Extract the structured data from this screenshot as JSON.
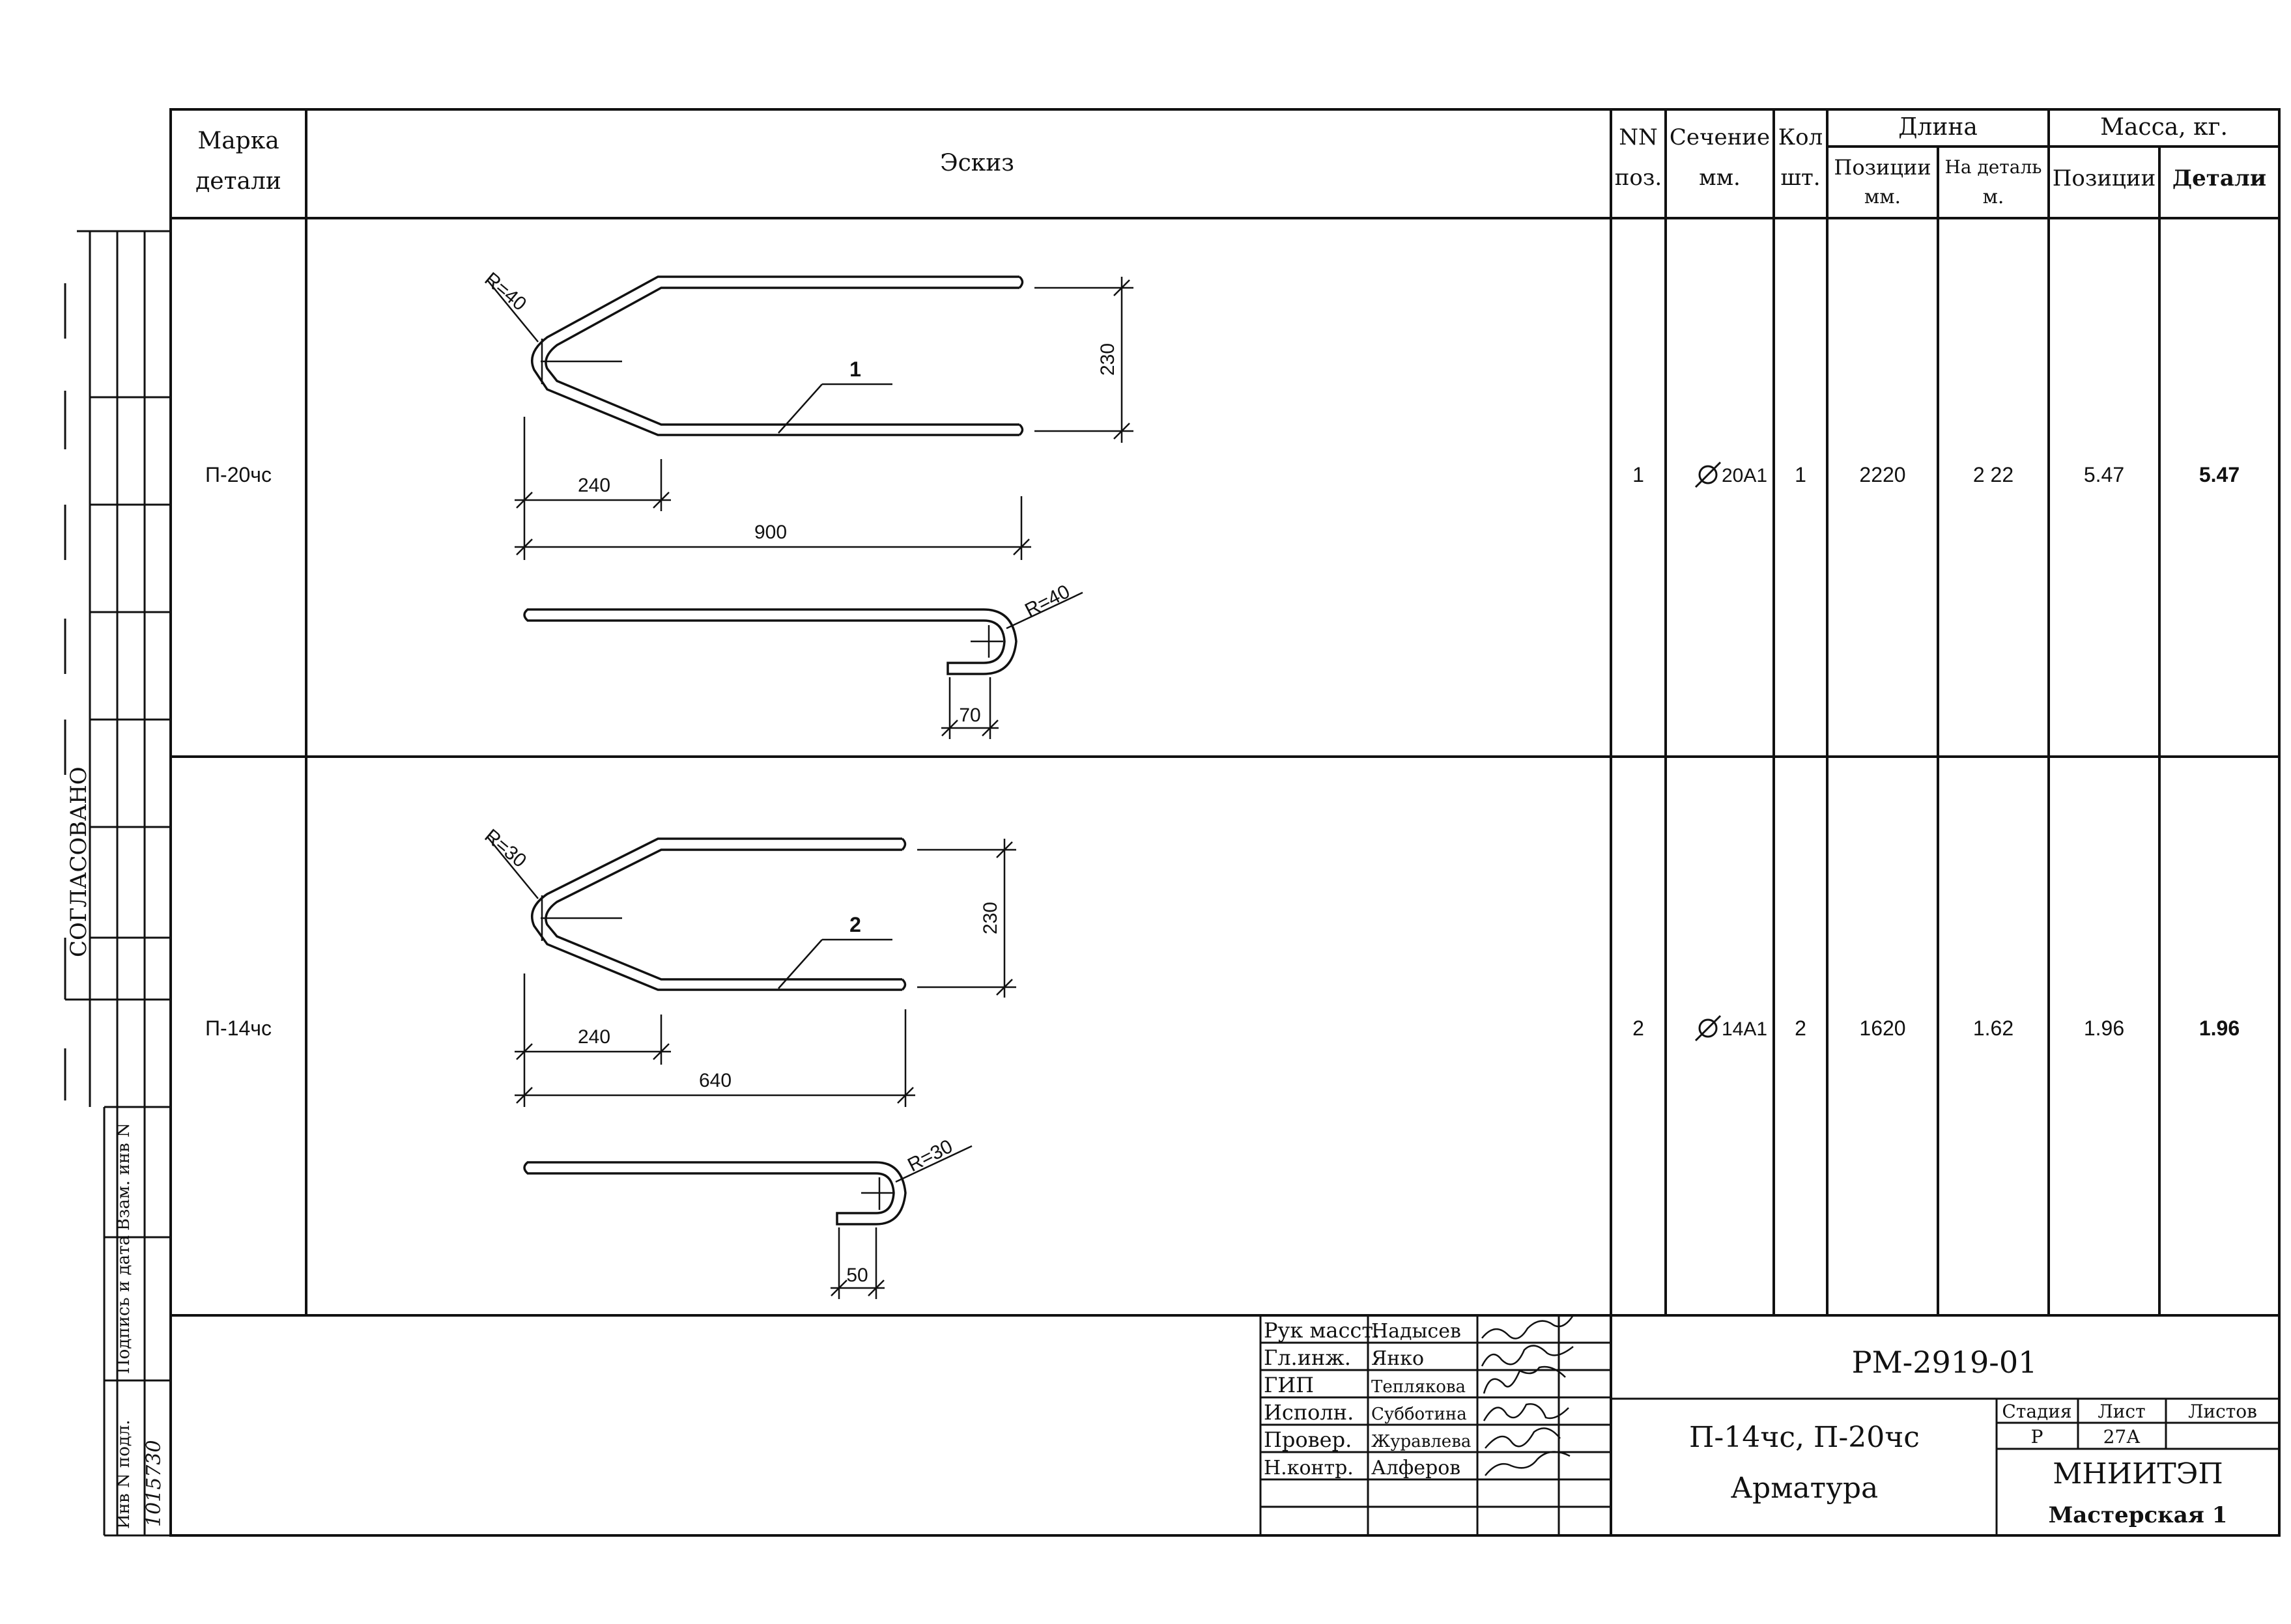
{
  "header": {
    "mark_title_line1": "Марка",
    "mark_title_line2": "детали",
    "sketch_title": "Эскиз",
    "pos_title_line1": "NN",
    "pos_title_line2": "поз.",
    "section_title_line1": "Сечение",
    "section_title_line2": "мм.",
    "qty_title_line1": "Кол",
    "qty_title_line2": "шт.",
    "length_group": "Длина",
    "length_pos_line1": "Позиции",
    "length_pos_line2": "мм.",
    "length_det_line1": "На деталь",
    "length_det_line2": "м.",
    "mass_group": "Масса, кг.",
    "mass_pos": "Позиции",
    "mass_det": "Детали"
  },
  "rows": [
    {
      "mark": "П-20чс",
      "pos": "1",
      "section": "20А1",
      "qty": "1",
      "len_pos": "2220",
      "len_det": "2 22",
      "mass_pos": "5.47",
      "mass_det": "5.47",
      "sketch": {
        "radius": "R=40",
        "leader": "1",
        "height": "230",
        "dim_a": "240",
        "dim_total": "900",
        "hook_radius": "R=40",
        "hook_len": "70"
      }
    },
    {
      "mark": "П-14чс",
      "pos": "2",
      "section": "14А1",
      "qty": "2",
      "len_pos": "1620",
      "len_det": "1.62",
      "mass_pos": "1.96",
      "mass_det": "1.96",
      "sketch": {
        "radius": "R=30",
        "leader": "2",
        "height": "230",
        "dim_a": "240",
        "dim_total": "640",
        "hook_radius": "R=30",
        "hook_len": "50"
      }
    }
  ],
  "title_block": {
    "people": [
      {
        "role": "Рук масст.",
        "name": "Надысев"
      },
      {
        "role": "Гл.инж.",
        "name": "Янко"
      },
      {
        "role": "ГИП",
        "name": "Теплякова"
      },
      {
        "role": "Исполн.",
        "name": "Субботина"
      },
      {
        "role": "Провер.",
        "name": "Журавлева"
      },
      {
        "role": "Н.контр.",
        "name": "Алферов"
      }
    ],
    "doc_code": "РМ-2919-01",
    "name_line1": "П-14чс, П-20чс",
    "name_line2": "Арматура",
    "stage_label": "Стадия",
    "sheet_label": "Лист",
    "sheets_label": "Листов",
    "stage": "Р",
    "sheet": "27А",
    "sheets": "",
    "org": "МНИИТЭП",
    "workshop": "Мастерская 1"
  },
  "side_stamp": {
    "approved": "СОГЛАСОВАНО",
    "inv_no": "Инв N подл.",
    "sign_date": "Подпись и дата",
    "replace_inv": "Взам. инв N",
    "inv_value": "1015730"
  }
}
